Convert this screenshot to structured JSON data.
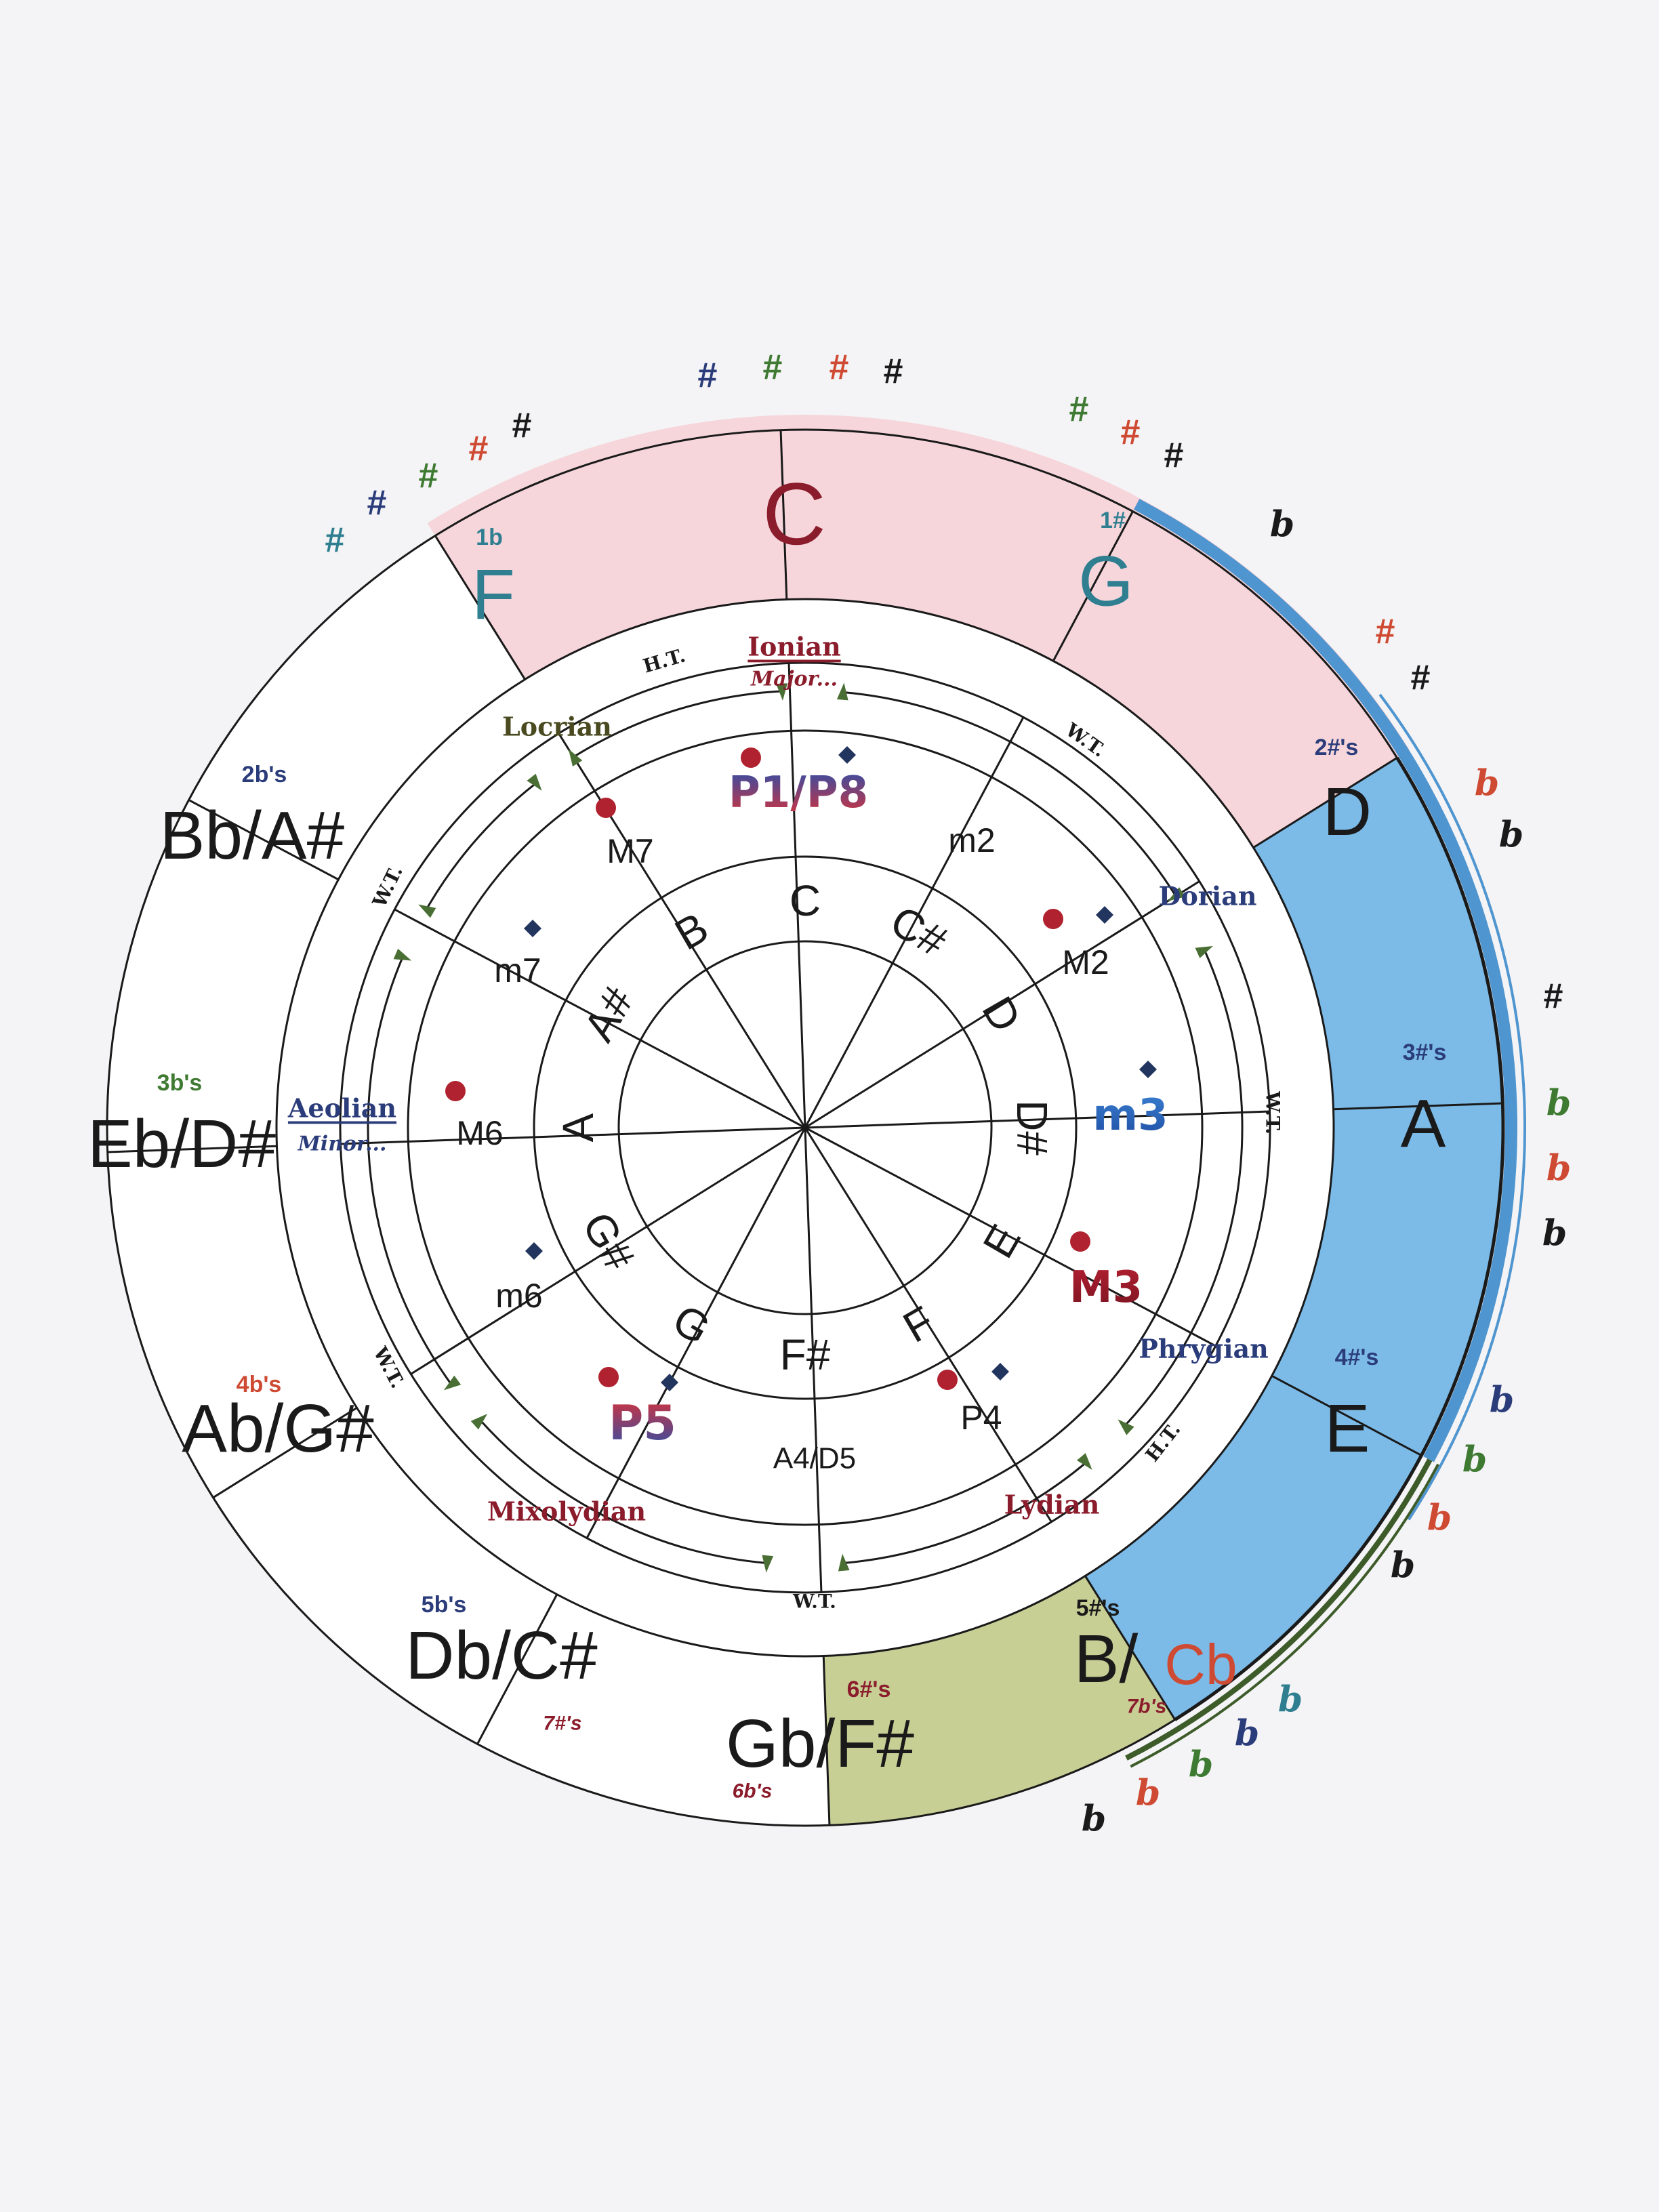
{
  "colors": {
    "background": "#f4f4f6",
    "line": "#1a1a1a",
    "pink_fill": "#f6d6db",
    "blue_fill": "#7cbbe8",
    "olive_fill": "#c8cf95",
    "white_fill": "#ffffff",
    "blue_border": "#4f95cf",
    "green_border": "#3d5c2a",
    "dark_red": "#8b1c2c",
    "teal": "#2f7f91",
    "navy": "#2b3c7a",
    "green": "#3f7a32",
    "red": "#cf4a32",
    "black": "#1a1a1a",
    "arrow_green": "#4a6f34",
    "dot_red": "#b0222f",
    "diamond_navy": "#22355e"
  },
  "keys": [
    {
      "label": "C",
      "count": "",
      "color": "#8b1c2c"
    },
    {
      "label": "G",
      "count": "1#",
      "color": "#2f7f91"
    },
    {
      "label": "D",
      "count": "2#'s",
      "color": "#1a1a1a"
    },
    {
      "label": "A",
      "count": "3#'s",
      "color": "#1a1a1a"
    },
    {
      "label": "E",
      "count": "4#'s",
      "color": "#1a1a1a"
    },
    {
      "label": "B/",
      "label2": "Cb",
      "count": "5#'s",
      "count2": "7b's",
      "color": "#1a1a1a"
    },
    {
      "label": "Gb/F#",
      "count": "6#'s",
      "count2": "6b's",
      "color": "#1a1a1a"
    },
    {
      "label": "Db/C#",
      "count": "5b's",
      "count2": "7#'s",
      "color": "#1a1a1a"
    },
    {
      "label": "Ab/G#",
      "count": "4b's",
      "color": "#1a1a1a"
    },
    {
      "label": "Eb/D#",
      "count": "3b's",
      "color": "#1a1a1a"
    },
    {
      "label": "Bb/A#",
      "count": "2b's",
      "color": "#1a1a1a"
    },
    {
      "label": "F",
      "count": "1b",
      "color": "#2f7f91"
    }
  ],
  "modes": [
    {
      "name": "Ionian",
      "sub": "Major...",
      "color": "#8b1c2c"
    },
    {
      "name": "Dorian",
      "sub": "",
      "color": "#2b3c7a"
    },
    {
      "name": "Phrygian",
      "sub": "",
      "color": "#2b3c7a"
    },
    {
      "name": "Lydian",
      "sub": "",
      "color": "#8b1c2c"
    },
    {
      "name": "Mixolydian",
      "sub": "",
      "color": "#8b1c2c"
    },
    {
      "name": "Aeolian",
      "sub": "Minor...",
      "color": "#2b3c7a"
    },
    {
      "name": "Locrian",
      "sub": "",
      "color": "#4a4a20"
    }
  ],
  "steps": {
    "whole": "W.T.",
    "half": "H.T."
  },
  "intervals": [
    {
      "label": "P1/P8",
      "big": true
    },
    {
      "label": "m2",
      "big": false
    },
    {
      "label": "M2",
      "big": false
    },
    {
      "label": "m3",
      "big": true
    },
    {
      "label": "M3",
      "big": true
    },
    {
      "label": "P4",
      "big": false
    },
    {
      "label": "A4/D5",
      "big": false
    },
    {
      "label": "P5",
      "big": true
    },
    {
      "label": "m6",
      "big": false
    },
    {
      "label": "M6",
      "big": false
    },
    {
      "label": "m7",
      "big": false
    },
    {
      "label": "M7",
      "big": false
    }
  ],
  "notes": [
    "C",
    "C#",
    "D",
    "D#",
    "E",
    "F",
    "F#",
    "G",
    "G#",
    "A",
    "A#",
    "B"
  ],
  "accidentals": {
    "sharp": "#",
    "flat": "b"
  }
}
